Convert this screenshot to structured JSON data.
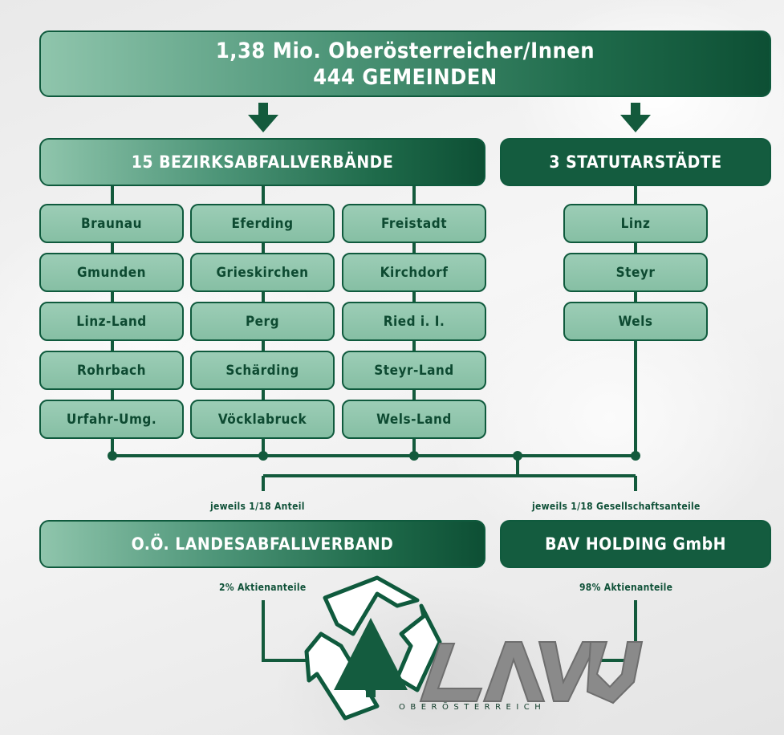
{
  "banner": {
    "line1": "1,38 Mio. Oberösterreicher/Innen",
    "line2": "444 GEMEINDEN"
  },
  "bezirke": {
    "title": "15 BEZIRKSABFALLVERBÄNDE",
    "columns": [
      [
        "Braunau",
        "Gmunden",
        "Linz-Land",
        "Rohrbach",
        "Urfahr-Umg."
      ],
      [
        "Eferding",
        "Grieskirchen",
        "Perg",
        "Schärding",
        "Vöcklabruck"
      ],
      [
        "Freistadt",
        "Kirchdorf",
        "Ried i. I.",
        "Steyr-Land",
        "Wels-Land"
      ]
    ]
  },
  "statutar": {
    "title": "3 STATUTARSTÄDTE",
    "items": [
      "Linz",
      "Steyr",
      "Wels"
    ]
  },
  "captions": {
    "left_share": "jeweils 1/18 Anteil",
    "right_share": "jeweils 1/18 Gesellschaftsanteile",
    "left_stock": "2% Aktienanteile",
    "right_stock": "98% Aktienanteile"
  },
  "bottom": {
    "landes": "O.Ö. LANDESABFALLVERBAND",
    "holding": "BAV HOLDING GmbH"
  },
  "logo": {
    "name": "LAVU",
    "tagline": "OBERÖSTERREICH"
  },
  "colors": {
    "dark_green": "#145c3f",
    "line_green": "#135a3c",
    "light_green": "#9ccdb6",
    "logo_grey": "#8a8a8a"
  }
}
